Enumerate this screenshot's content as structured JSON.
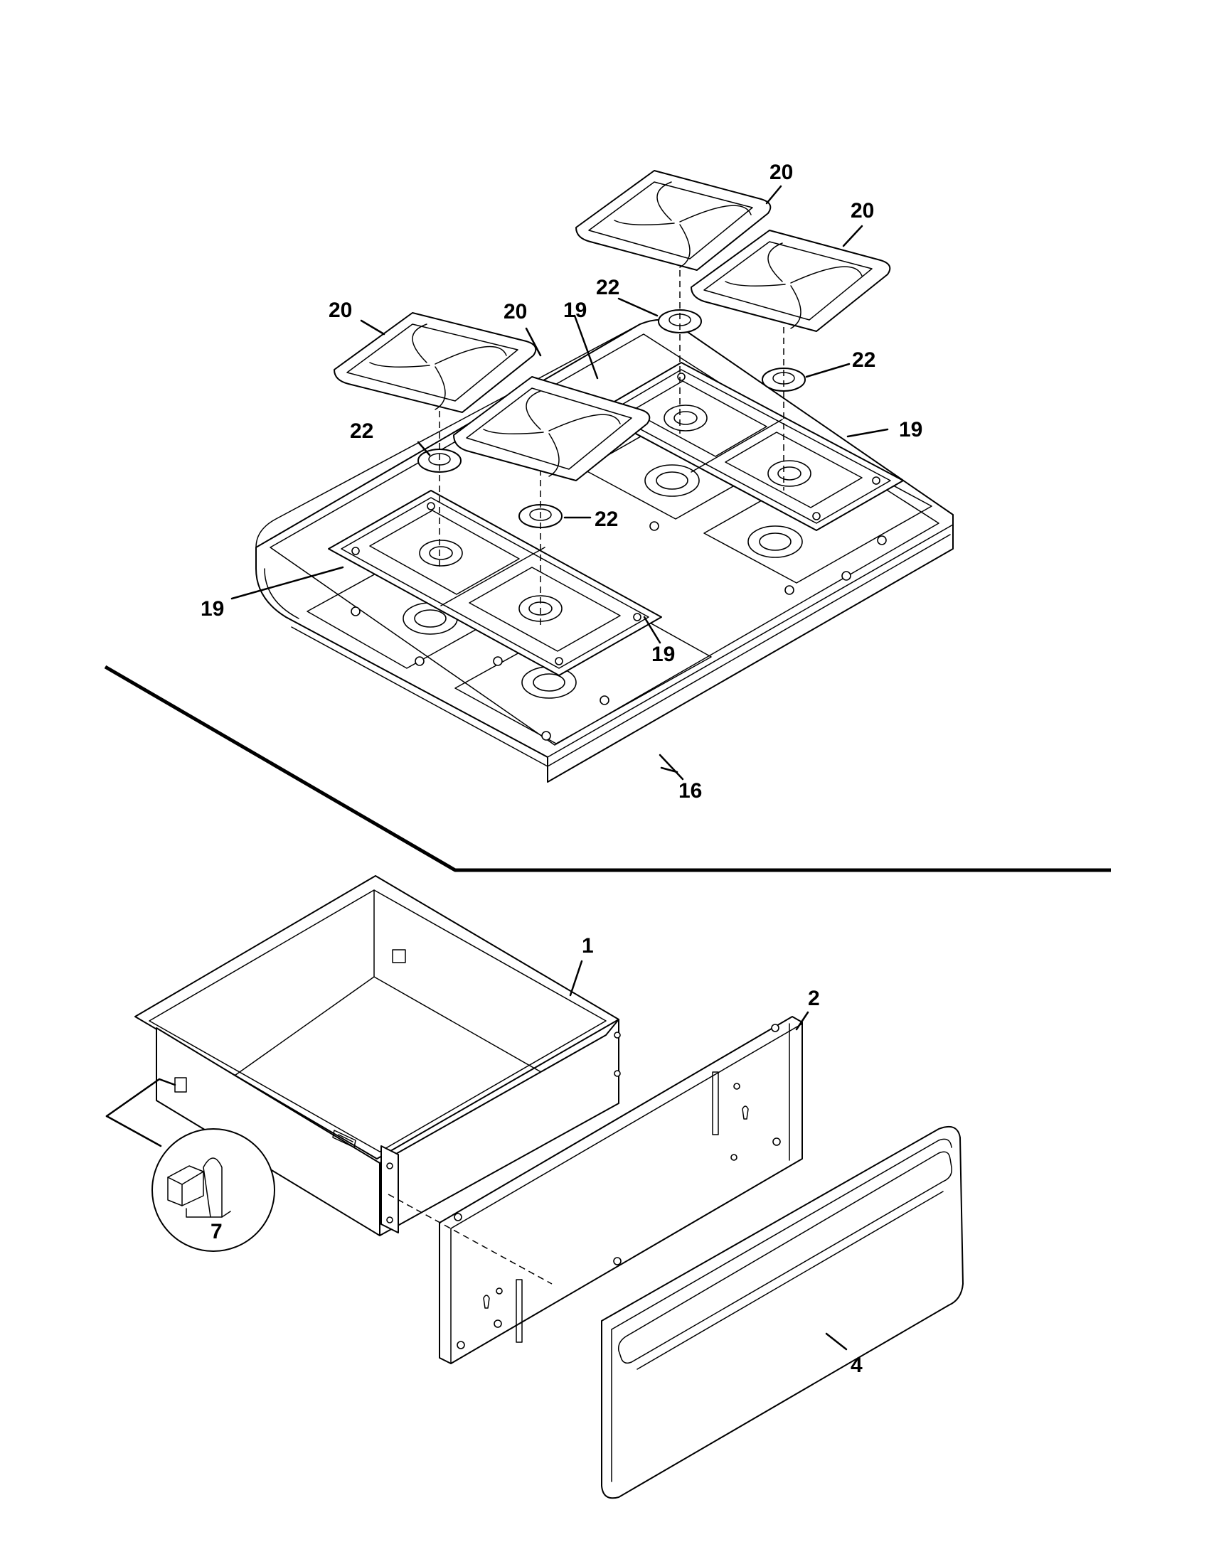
{
  "diagram": {
    "callouts": {
      "grate": "20",
      "burner_cap": "22",
      "burner_grate_pan": "19",
      "cooktop": "16",
      "drawer": "1",
      "drawer_front_panel": "2",
      "drawer_handle_panel": "4",
      "drawer_glide": "7"
    }
  }
}
